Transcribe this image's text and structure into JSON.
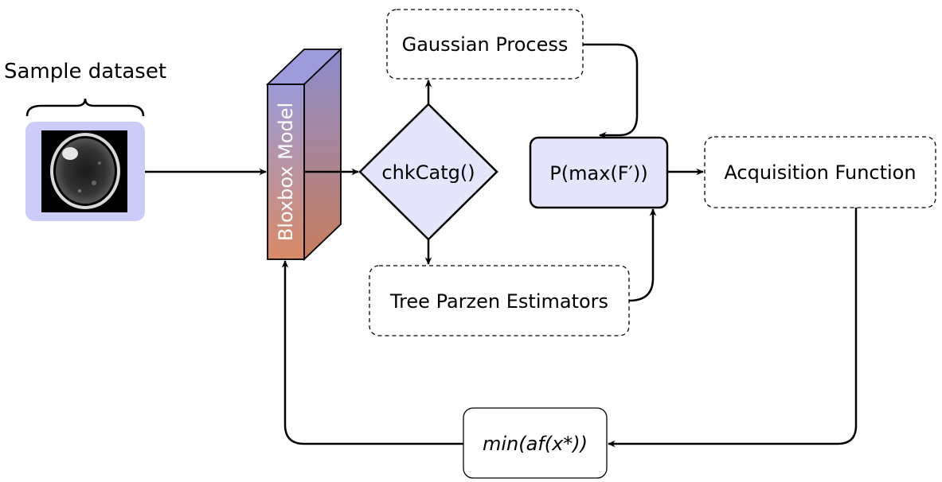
{
  "diagram": {
    "sample_label": "Sample dataset",
    "model_label": "Bloxbox Model",
    "decision_label": "chkCatg()",
    "gp_label": "Gaussian Process",
    "tpe_label": "Tree Parzen Estimators",
    "pmax_label": "P(max(F′))",
    "acq_label": "Acquisition Function",
    "min_label": "min(af(x*))"
  },
  "colors": {
    "sample_frame": "#ccccf8",
    "decision_fill": "#e5e5fb",
    "pmax_fill": "#e5e5fb",
    "model_top": "#9b9bd9",
    "model_bottom": "#d98a66"
  }
}
